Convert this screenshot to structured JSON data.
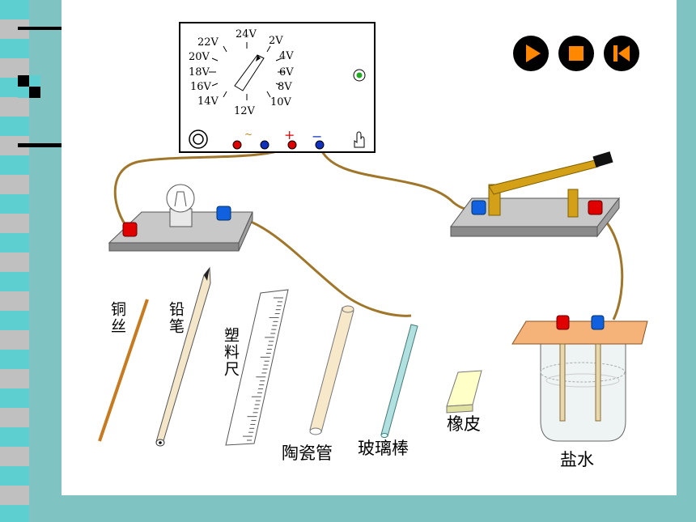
{
  "power_supply": {
    "voltages": [
      "24V",
      "2V",
      "4V",
      "6V",
      "8V",
      "10V",
      "12V",
      "14V",
      "16V",
      "18V",
      "20V",
      "22V"
    ],
    "ac_symbol": "~",
    "plus_symbol": "+",
    "minus_symbol": "−"
  },
  "materials": {
    "copper_wire": "铜丝",
    "pencil": "铅笔",
    "plastic_ruler": "塑料尺",
    "ceramic_tube": "陶瓷管",
    "glass_rod": "玻璃棒",
    "eraser": "橡皮",
    "salt_water": "盐水"
  },
  "controls": {
    "play": "play-icon",
    "stop": "stop-icon",
    "rewind": "rewind-icon"
  },
  "colors": {
    "wire": "#a0772a",
    "terminal_red": "#e00000",
    "terminal_blue": "#1060e0",
    "control_accent": "#ff8800",
    "board": "#c8c8c8"
  }
}
